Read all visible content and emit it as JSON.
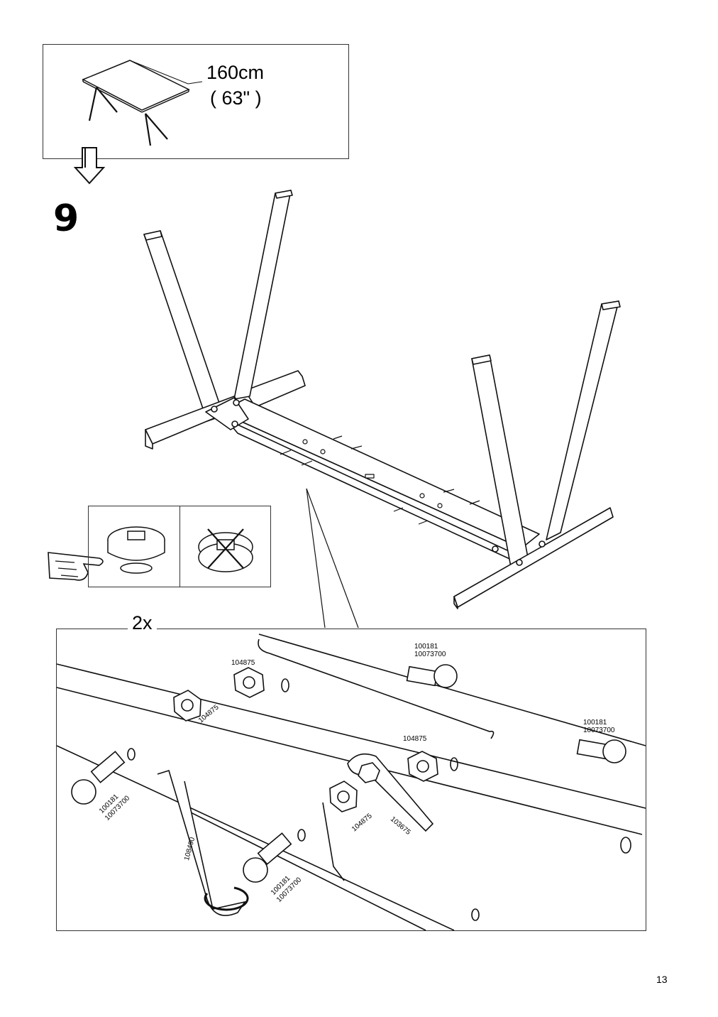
{
  "overview": {
    "length_metric": "160cm",
    "length_imperial": "( 63\" )"
  },
  "step": {
    "number": "9",
    "quantity": "2x"
  },
  "parts": {
    "bolt_top": [
      "100181",
      "10073700"
    ],
    "bolt_right": [
      "100181",
      "10073700"
    ],
    "bolt_left": [
      "100181",
      "10073700"
    ],
    "bolt_bottom": [
      "100181",
      "10073700"
    ],
    "nut_top": "104875",
    "nut_middle": "104875",
    "nut_left_rotated": "104875",
    "nut_lower_rotated": "104875",
    "allen_key": "108490",
    "wrench": "103675"
  },
  "icons": {
    "overview": "table-overview-icon",
    "arrow": "down-arrow-icon",
    "pointer": "pointing-hand-icon",
    "correct": "foot-correct-icon",
    "wrong": "foot-wrong-icon"
  },
  "page": {
    "number": "13"
  }
}
